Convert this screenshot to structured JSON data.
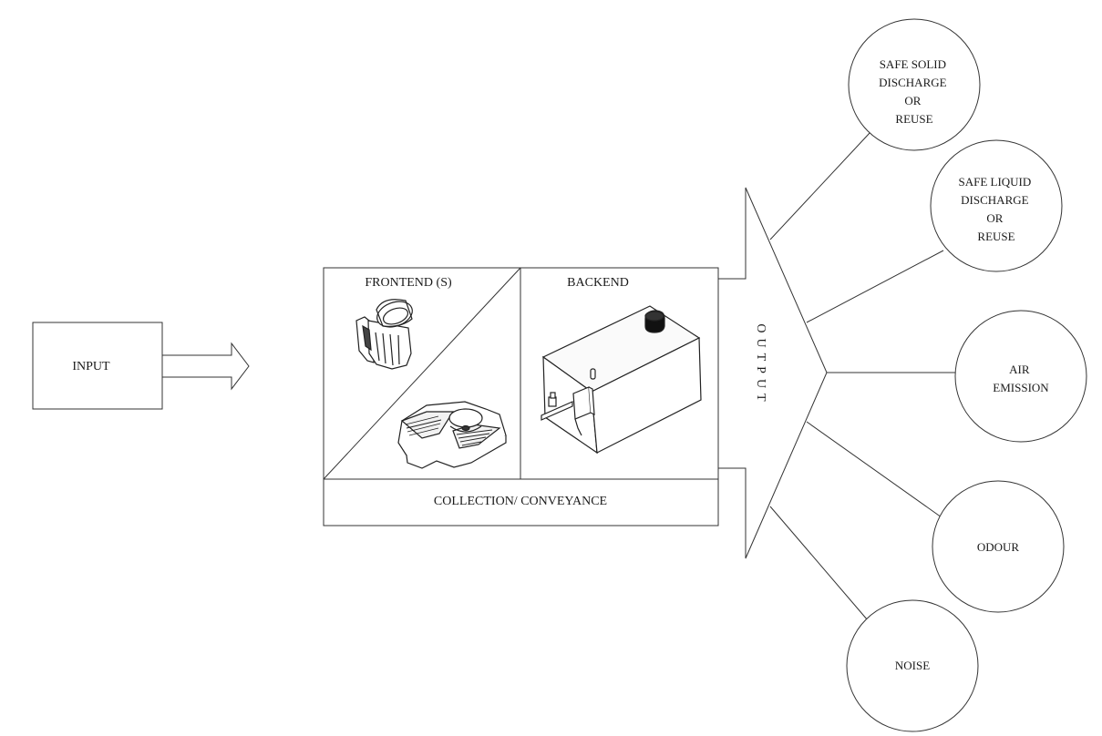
{
  "input": {
    "label": "INPUT"
  },
  "system": {
    "frontend_label": "FRONTEND (S)",
    "backend_label": "BACKEND",
    "collection_label": "COLLECTION/ CONVEYANCE",
    "frontend_illustrations": [
      "western-toilet-icon",
      "squat-toilet-pan-icon"
    ],
    "backend_illustration": "treatment-tank-icon"
  },
  "output": {
    "label": "OUTPUT",
    "items": [
      {
        "lines": [
          "SAFE SOLID",
          "DISCHARGE",
          "OR",
          "REUSE"
        ]
      },
      {
        "lines": [
          "SAFE LIQUID",
          "DISCHARGE",
          "OR",
          "REUSE"
        ]
      },
      {
        "lines": [
          "AIR",
          "EMISSION"
        ]
      },
      {
        "lines": [
          "ODOUR"
        ]
      },
      {
        "lines": [
          "NOISE"
        ]
      }
    ]
  }
}
